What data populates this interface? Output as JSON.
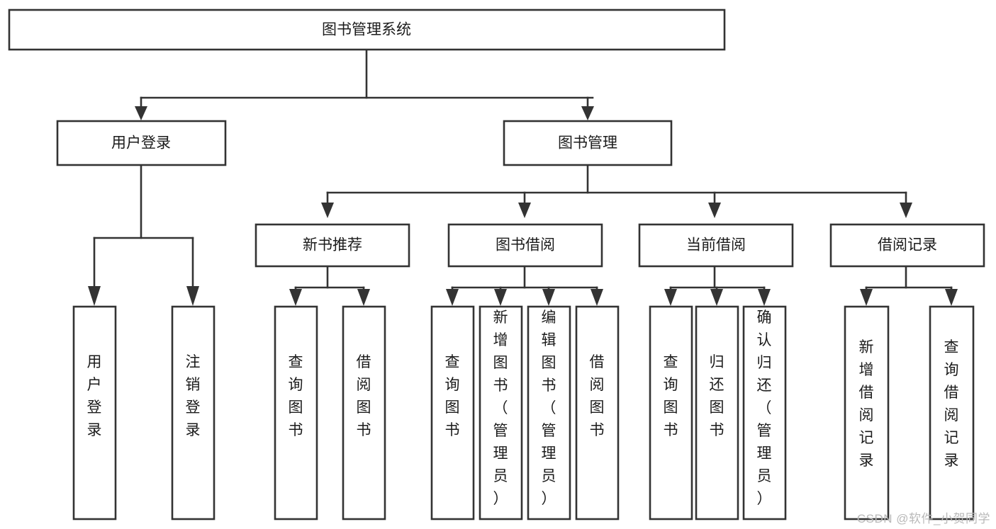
{
  "diagram": {
    "type": "tree",
    "title": "图书管理系统",
    "orientation": "top-down",
    "background_color": "#ffffff",
    "line_color": "#333333",
    "box_fill": "#ffffff",
    "text_color": "#1b1b1b"
  },
  "nodes": {
    "root": {
      "label": "图书管理系统",
      "level": 0,
      "orientation": "horizontal"
    },
    "user_login": {
      "label": "用户登录",
      "level": 1,
      "orientation": "horizontal"
    },
    "book_manage": {
      "label": "图书管理",
      "level": 1,
      "orientation": "horizontal"
    },
    "new_book_rec": {
      "label": "新书推荐",
      "level": 2,
      "orientation": "horizontal"
    },
    "book_borrow": {
      "label": "图书借阅",
      "level": 2,
      "orientation": "horizontal"
    },
    "current_borrow": {
      "label": "当前借阅",
      "level": 2,
      "orientation": "horizontal"
    },
    "borrow_record": {
      "label": "借阅记录",
      "level": 2,
      "orientation": "horizontal"
    },
    "leaf_user_login": {
      "label": "用户登录",
      "level": 3,
      "orientation": "vertical",
      "chars": [
        "用",
        "户",
        "登",
        "录"
      ]
    },
    "leaf_user_logout": {
      "label": "注销登录",
      "level": 3,
      "orientation": "vertical",
      "chars": [
        "注",
        "销",
        "登",
        "录"
      ]
    },
    "leaf_query_book_1": {
      "label": "查询图书",
      "level": 3,
      "orientation": "vertical",
      "chars": [
        "查",
        "询",
        "图",
        "书"
      ]
    },
    "leaf_borrow_book_1": {
      "label": "借阅图书",
      "level": 3,
      "orientation": "vertical",
      "chars": [
        "借",
        "阅",
        "图",
        "书"
      ]
    },
    "leaf_query_book_2": {
      "label": "查询图书",
      "level": 3,
      "orientation": "vertical",
      "chars": [
        "查",
        "询",
        "图",
        "书"
      ]
    },
    "leaf_add_book": {
      "label": "新增图书（管理员）",
      "level": 3,
      "orientation": "vertical",
      "chars": [
        "新",
        "增",
        "图",
        "书",
        "（",
        "管",
        "理",
        "员",
        "）"
      ]
    },
    "leaf_edit_book": {
      "label": "编辑图书（管理员）",
      "level": 3,
      "orientation": "vertical",
      "chars": [
        "编",
        "辑",
        "图",
        "书",
        "（",
        "管",
        "理",
        "员",
        "）"
      ]
    },
    "leaf_borrow_book_2": {
      "label": "借阅图书",
      "level": 3,
      "orientation": "vertical",
      "chars": [
        "借",
        "阅",
        "图",
        "书"
      ]
    },
    "leaf_query_book_3": {
      "label": "查询图书",
      "level": 3,
      "orientation": "vertical",
      "chars": [
        "查",
        "询",
        "图",
        "书"
      ]
    },
    "leaf_return_book": {
      "label": "归还图书",
      "level": 3,
      "orientation": "vertical",
      "chars": [
        "归",
        "还",
        "图",
        "书"
      ]
    },
    "leaf_confirm_return": {
      "label": "确认归还（管理员）",
      "level": 3,
      "orientation": "vertical",
      "chars": [
        "确",
        "认",
        "归",
        "还",
        "（",
        "管",
        "理",
        "员",
        "）"
      ]
    },
    "leaf_add_record": {
      "label": "新增借阅记录",
      "level": 3,
      "orientation": "vertical",
      "chars": [
        "新",
        "增",
        "借",
        "阅",
        "记",
        "录"
      ]
    },
    "leaf_query_record": {
      "label": "查询借阅记录",
      "level": 3,
      "orientation": "vertical",
      "chars": [
        "查",
        "询",
        "借",
        "阅",
        "记",
        "录"
      ]
    }
  },
  "edges": [
    {
      "from": "root",
      "to": "user_login"
    },
    {
      "from": "root",
      "to": "book_manage"
    },
    {
      "from": "book_manage",
      "to": "new_book_rec"
    },
    {
      "from": "book_manage",
      "to": "book_borrow"
    },
    {
      "from": "book_manage",
      "to": "current_borrow"
    },
    {
      "from": "book_manage",
      "to": "borrow_record"
    },
    {
      "from": "user_login",
      "to": "leaf_user_login"
    },
    {
      "from": "user_login",
      "to": "leaf_user_logout"
    },
    {
      "from": "new_book_rec",
      "to": "leaf_query_book_1"
    },
    {
      "from": "new_book_rec",
      "to": "leaf_borrow_book_1"
    },
    {
      "from": "book_borrow",
      "to": "leaf_query_book_2"
    },
    {
      "from": "book_borrow",
      "to": "leaf_add_book"
    },
    {
      "from": "book_borrow",
      "to": "leaf_edit_book"
    },
    {
      "from": "book_borrow",
      "to": "leaf_borrow_book_2"
    },
    {
      "from": "current_borrow",
      "to": "leaf_query_book_3"
    },
    {
      "from": "current_borrow",
      "to": "leaf_return_book"
    },
    {
      "from": "current_borrow",
      "to": "leaf_confirm_return"
    },
    {
      "from": "borrow_record",
      "to": "leaf_add_record"
    },
    {
      "from": "borrow_record",
      "to": "leaf_query_record"
    }
  ],
  "watermark": {
    "text": "CSDN @软件_小贺同学",
    "color": "#b9b9b9"
  }
}
